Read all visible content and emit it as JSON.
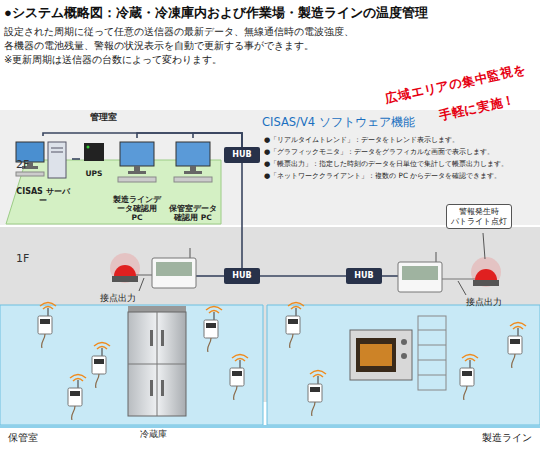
{
  "diagram": {
    "title": "●システム概略図：冷蔵・冷凍庫内および作業場・製造ラインの温度管理",
    "nodes": [
      {
        "text": [
          "管理室"
        ]
      },
      {
        "text": [
          "CISAS サーバー"
        ],
        "in": 0
      },
      {
        "text": [
          "UPS"
        ],
        "in": 0
      },
      {
        "text": [
          "製造ラインデータ確認用 PC"
        ],
        "in": 0
      },
      {
        "text": [
          "保管室データ確認用 PC"
        ],
        "in": 0
      },
      {
        "text": [
          "HUB"
        ]
      },
      {
        "text": [
          "HUB"
        ]
      },
      {
        "text": [
          "HUB"
        ]
      },
      {
        "text": [
          "保管室"
        ]
      },
      {
        "text": [
          "製造ライン"
        ]
      }
    ],
    "edges": [
      {
        "from": 1,
        "to": 2,
        "arrow": "none"
      },
      {
        "from": 1,
        "to": 5,
        "arrow": "none"
      },
      {
        "from": 3,
        "to": 5,
        "arrow": "none"
      },
      {
        "from": 4,
        "to": 5,
        "arrow": "none"
      },
      {
        "from": 5,
        "to": 6,
        "arrow": "none"
      },
      {
        "from": 6,
        "to": 7,
        "arrow": "none"
      }
    ],
    "labels": [
      "設定された周期に従って任意の送信器の最新データ、無線通信時の電波強度、",
      "各機器の電池残量、警報の状況表示を自動で更新する事ができます。",
      "※更新周期は送信器の台数によって変わります。",
      "広域エリアの集中監視を",
      "手軽に実施！",
      "2F",
      "1F",
      "CISAS/V4 ソフトウェア機能",
      "●「リアルタイムトレンド」：データをトレンド表示します。",
      "●「グラフィックモニタ」：データをグラフィカルな画面で表示します。",
      "●「帳票出力」：指定した時刻のデータを日単位で集計して帳票出力します。",
      "●「ネットワーククライアント」：複数の PC からデータを確認できます。",
      "接点出力",
      "接点出力",
      "警報発生時 パトライト点灯",
      "冷蔵庫"
    ]
  }
}
